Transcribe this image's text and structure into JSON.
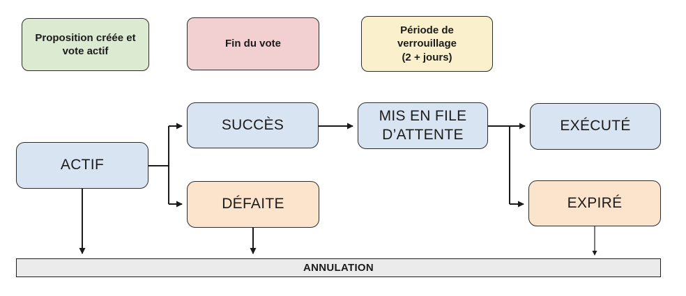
{
  "colors": {
    "legend_green": "#dcead2",
    "legend_pink": "#f2cfd1",
    "legend_yellow": "#fbf0cc",
    "state_blue": "#d8e4f1",
    "state_orange": "#fbe4cb",
    "cancel_gray": "#ebebeb",
    "border": "#2b2b2b",
    "arrow": "#1a1a1a"
  },
  "legend": [
    {
      "label": "Proposition créée et\nvote actif",
      "color": "#dcead2"
    },
    {
      "label": "Fin du vote",
      "color": "#f2cfd1"
    },
    {
      "label": "Période de\nverrouillage\n(2 + jours)",
      "color": "#fbf0cc"
    }
  ],
  "states": {
    "actif": {
      "label": "ACTIF",
      "color": "#d8e4f1"
    },
    "succes": {
      "label": "SUCCÈS",
      "color": "#d8e4f1"
    },
    "defaite": {
      "label": "DÉFAITE",
      "color": "#fbe4cb"
    },
    "queued": {
      "label": "MIS EN FILE\nD’ATTENTE",
      "color": "#d8e4f1"
    },
    "execute": {
      "label": "EXÉCUTÉ",
      "color": "#d8e4f1"
    },
    "expire": {
      "label": "EXPIRÉ",
      "color": "#fbe4cb"
    }
  },
  "annulation": {
    "label": "ANNULATION",
    "color": "#ebebeb"
  },
  "edges": [
    {
      "from": "ACTIF",
      "to": "SUCCÈS"
    },
    {
      "from": "ACTIF",
      "to": "DÉFAITE"
    },
    {
      "from": "SUCCÈS",
      "to": "MIS EN FILE D’ATTENTE"
    },
    {
      "from": "MIS EN FILE D’ATTENTE",
      "to": "EXÉCUTÉ"
    },
    {
      "from": "MIS EN FILE D’ATTENTE",
      "to": "EXPIRÉ"
    },
    {
      "from": "ACTIF",
      "to": "ANNULATION"
    },
    {
      "from": "DÉFAITE",
      "to": "ANNULATION"
    },
    {
      "from": "EXPIRÉ",
      "to": "ANNULATION"
    }
  ]
}
